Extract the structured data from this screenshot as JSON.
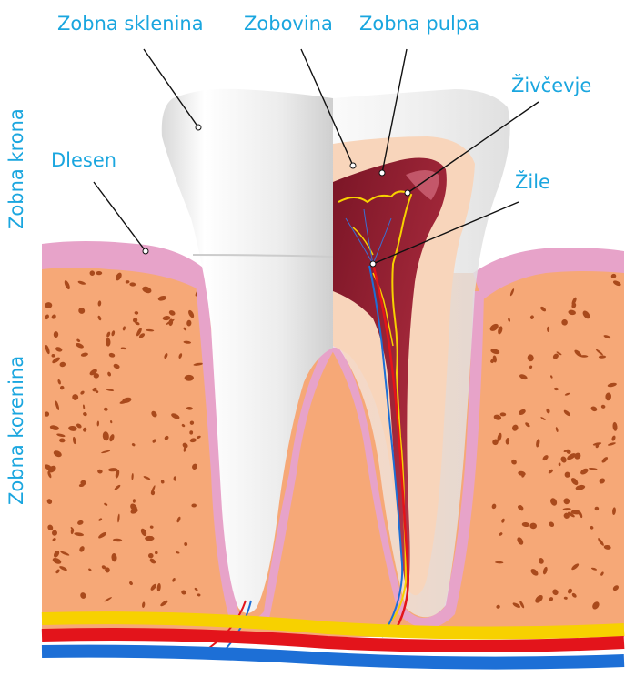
{
  "labels": {
    "enamel": "Zobna sklenina",
    "dentin": "Zobovina",
    "pulp": "Zobna pulpa",
    "nerves": "Živčevje",
    "vessels": "Žile",
    "gum": "Dlesen",
    "crown": "Zobna krona",
    "root": "Zobna korenina"
  },
  "colors": {
    "label_text": "#1aa6df",
    "bone": "#f6a877",
    "bone_pores": "#a94a1c",
    "gum": "#e7a3c9",
    "enamel": "#f4f4f4",
    "dentin": "#f8d5bb",
    "pulp": "#8e1b2c",
    "nerve": "#f7d100",
    "artery": "#e3141b",
    "vein": "#1d6fd6"
  }
}
